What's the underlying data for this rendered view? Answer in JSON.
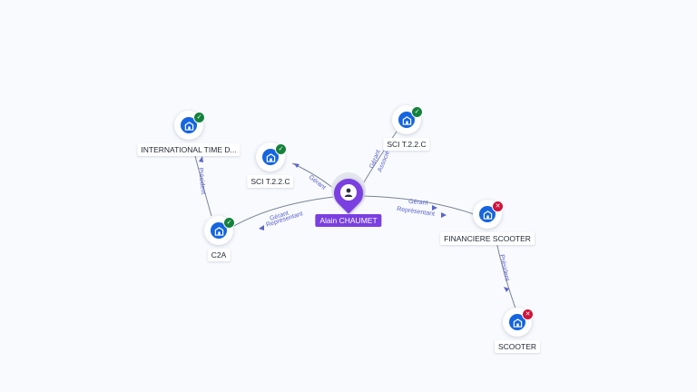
{
  "center": {
    "name": "Alain CHAUMET",
    "icon": "person-icon",
    "color": "#7a3fe0"
  },
  "nodes": [
    {
      "id": "international",
      "label": "INTERNATIONAL TIME D...",
      "status": "active",
      "icon": "company-building-icon"
    },
    {
      "id": "sci1",
      "label": "SCI T.2.2.C",
      "status": "active",
      "icon": "company-building-icon"
    },
    {
      "id": "sci2",
      "label": "SCI T.2.2.C",
      "status": "active",
      "icon": "company-building-icon"
    },
    {
      "id": "c2a",
      "label": "C2A",
      "status": "active",
      "icon": "company-building-icon"
    },
    {
      "id": "financiere",
      "label": "FINANCIERE SCOOTER",
      "status": "inactive",
      "icon": "company-building-icon"
    },
    {
      "id": "scooter",
      "label": "SCOOTER",
      "status": "inactive",
      "icon": "company-building-icon"
    }
  ],
  "edges": [
    {
      "from": "center",
      "to": "sci1",
      "labels": [
        "Gérant"
      ]
    },
    {
      "from": "center",
      "to": "sci2",
      "labels": [
        "Gérant",
        "Associé"
      ]
    },
    {
      "from": "center",
      "to": "c2a",
      "labels": [
        "Gérant",
        "Représentant"
      ]
    },
    {
      "from": "center",
      "to": "financiere",
      "labels": [
        "Gérant",
        "Représentant"
      ]
    },
    {
      "from": "c2a",
      "to": "international",
      "labels": [
        "Président"
      ]
    },
    {
      "from": "financiere",
      "to": "scooter",
      "labels": [
        "Président"
      ]
    }
  ],
  "colors": {
    "company": "#1565e0",
    "active": "#14823c",
    "inactive": "#d1123a",
    "edge_label": "#5b63c9"
  }
}
